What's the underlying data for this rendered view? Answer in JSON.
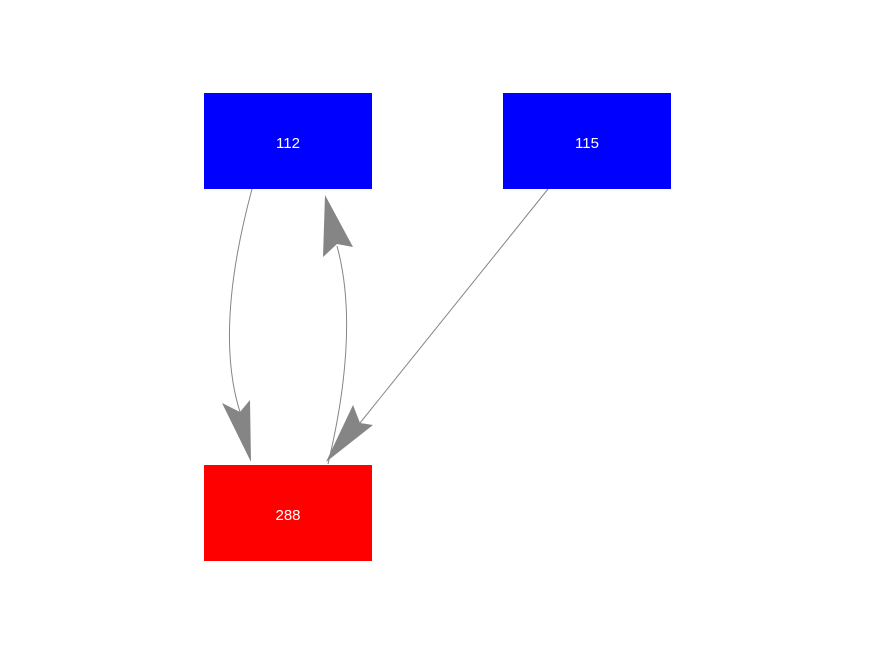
{
  "graph": {
    "style": {
      "background": "#FFFFFF",
      "edge_color": "#858585",
      "arrow_color": "#858585",
      "label_color": "#FFFFFF"
    },
    "nodes": [
      {
        "id": "112",
        "label": "112",
        "color": "#0000FF",
        "shape": "rectangle"
      },
      {
        "id": "115",
        "label": "115",
        "color": "#0000FF",
        "shape": "rectangle"
      },
      {
        "id": "288",
        "label": "288",
        "color": "#FF0000",
        "shape": "rectangle"
      }
    ],
    "edges": [
      {
        "from": "112",
        "to": "288",
        "style": "curved"
      },
      {
        "from": "288",
        "to": "112",
        "style": "curved"
      },
      {
        "from": "115",
        "to": "288",
        "style": "straight"
      }
    ]
  }
}
